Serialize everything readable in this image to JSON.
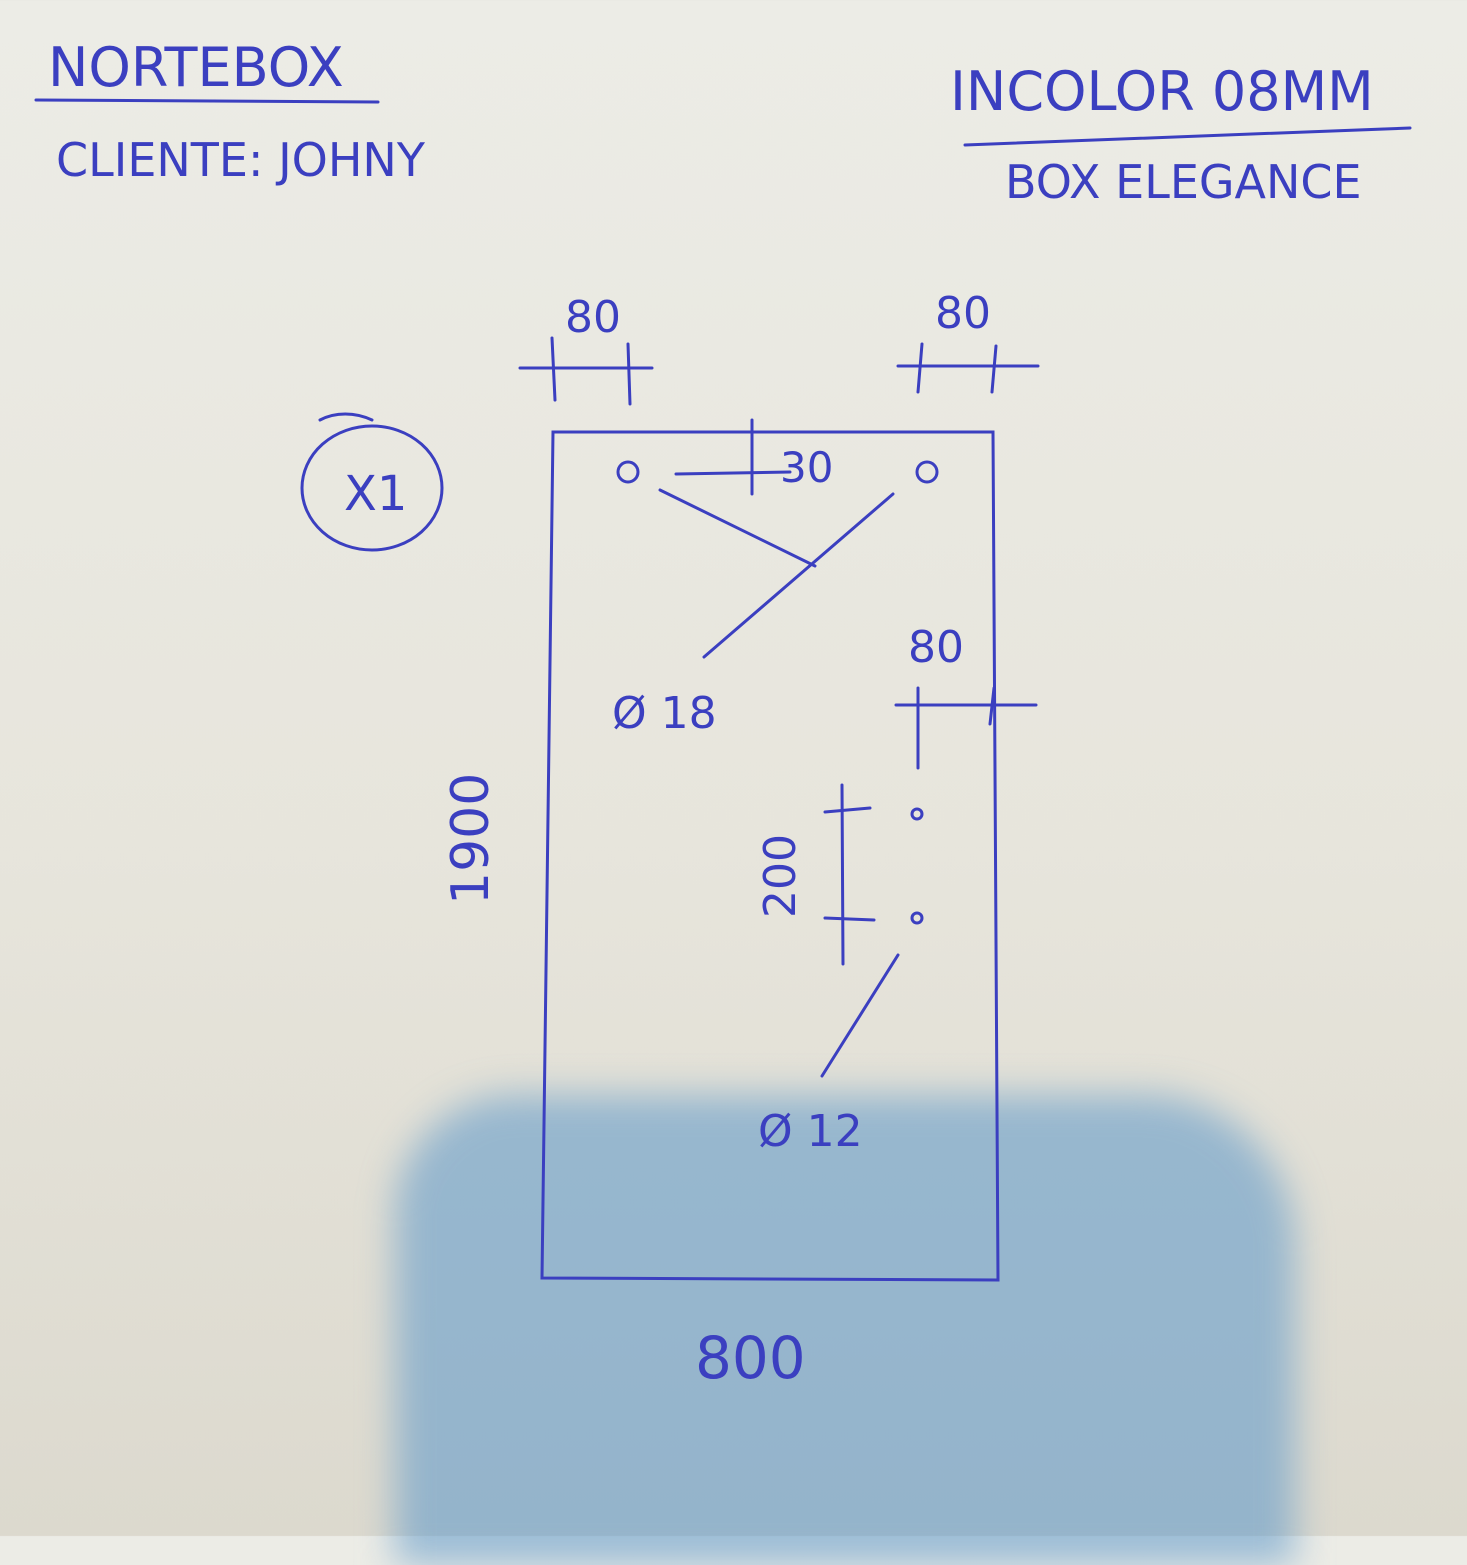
{
  "header": {
    "company": "NORTEBOX",
    "client": "CLIENTE: JOHNY",
    "material": "INCOLOR 08MM",
    "product": "BOX ELEGANCE"
  },
  "drawing": {
    "quantity_mark": "X1",
    "dimensions": {
      "top_left_offset": "80",
      "top_right_offset": "80",
      "top_hole_offset": "30",
      "right_side_offset": "80",
      "lower_hole_spacing": "200",
      "height": "1900",
      "width": "800"
    },
    "hole_labels": {
      "top_holes": "Ø 18",
      "lower_holes": "Ø 12"
    }
  },
  "colors": {
    "ink": "#3b3fc0",
    "paper": "#ecece6",
    "shadow": "#5a96c8"
  }
}
